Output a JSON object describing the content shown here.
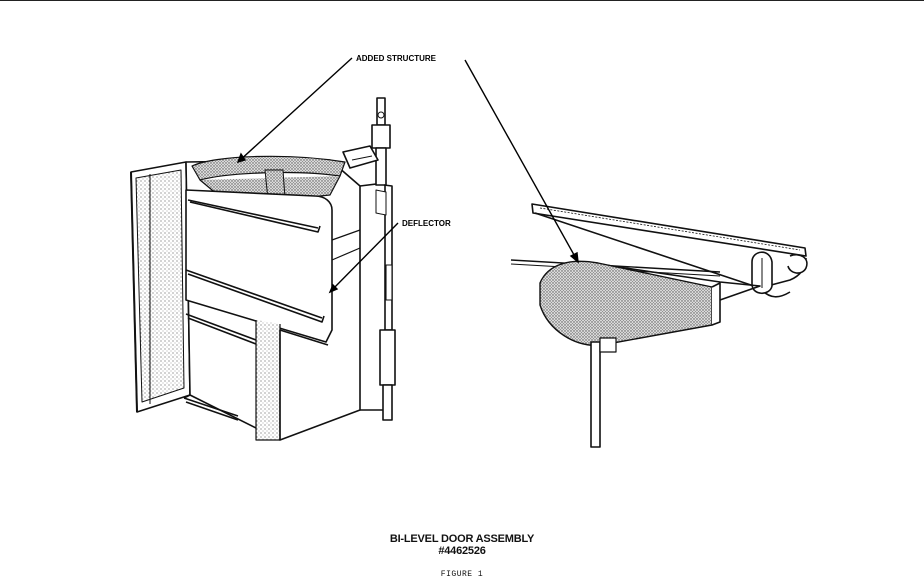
{
  "callouts": {
    "added_structure": "ADDED STRUCTURE",
    "deflector": "DEFLECTOR"
  },
  "caption": {
    "title": "BI-LEVEL DOOR ASSEMBLY",
    "part_number": "#4462526",
    "figure": "FIGURE 1"
  },
  "colors": {
    "ink": "#111111",
    "paper": "#ffffff",
    "stipple": "#9a9a9a"
  }
}
